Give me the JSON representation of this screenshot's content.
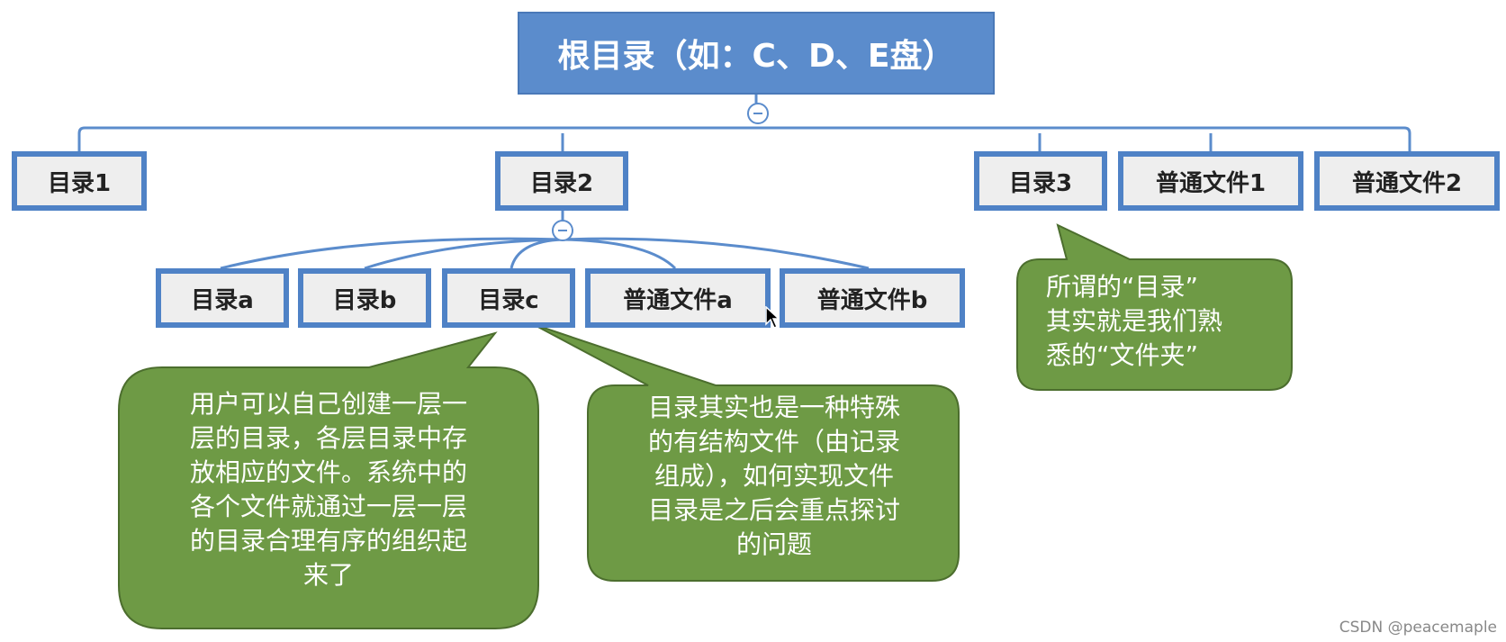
{
  "root": {
    "label": "根目录（如：C、D、E盘）"
  },
  "level1": [
    {
      "label": "目录1"
    },
    {
      "label": "目录2"
    },
    {
      "label": "目录3"
    },
    {
      "label": "普通文件1"
    },
    {
      "label": "普通文件2"
    }
  ],
  "level2": [
    {
      "label": "目录a"
    },
    {
      "label": "目录b"
    },
    {
      "label": "目录c"
    },
    {
      "label": "普通文件a"
    },
    {
      "label": "普通文件b"
    }
  ],
  "callouts": {
    "folder_note": "所谓的“目录”\n其实就是我们熟\n悉的“文件夹”",
    "user_note": "用户可以自己创建一层一\n层的目录，各层目录中存\n放相应的文件。系统中的\n各个文件就通过一层一层\n的目录合理有序的组织起\n来了",
    "structure_note": "目录其实也是一种特殊\n的有结构文件（由记录\n组成），如何实现文件\n目录是之后会重点探讨\n的问题"
  },
  "colors": {
    "root_fill": "#5b8ccc",
    "node_border": "#4f82c6",
    "node_fill": "#eeeeee",
    "callout_fill": "#6e9a45",
    "connector": "#5b8ccc"
  },
  "watermark": "CSDN @peacemaple"
}
